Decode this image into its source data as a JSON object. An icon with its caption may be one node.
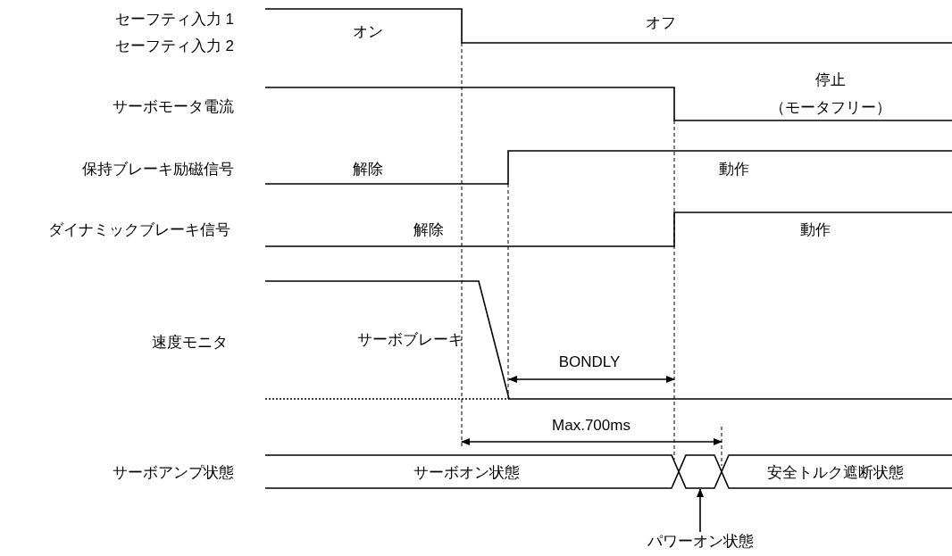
{
  "diagram": {
    "nodes": [
      {
        "text": [
          "パワーオン状態"
        ]
      },
      {
        "text": [],
        "shape": "box"
      }
    ],
    "edges": [
      {
        "from": 0,
        "to": 1,
        "arrow": "to"
      }
    ],
    "labels": [
      "セーフティ入力 1",
      "セーフティ入力 2",
      "オン",
      "オフ",
      "サーボモータ電流",
      "停止",
      "（モータフリー）",
      "保持ブレーキ励磁信号",
      "解除",
      "動作",
      "ダイナミックブレーキ信号",
      "解除",
      "動作",
      "速度モニタ",
      "サーボブレーキ",
      "BONDLY",
      "Max.700ms",
      "サーボアンプ状態",
      "サーボオン状態",
      "安全トルク遮断状態"
    ]
  }
}
